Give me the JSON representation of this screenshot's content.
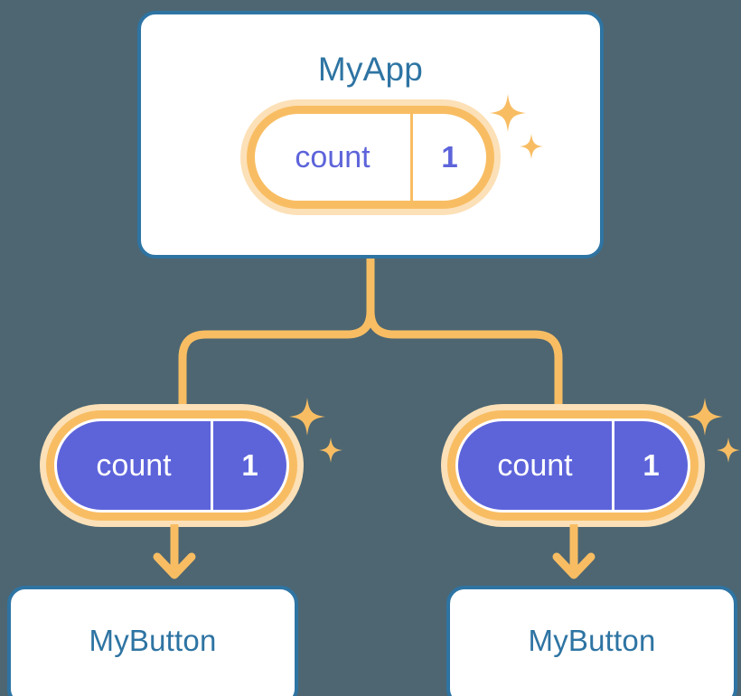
{
  "theme": {
    "page_background": "#4d6672",
    "card_background": "#ffffff",
    "card_border": "#2e74a3",
    "title_color": "#2e74a3",
    "accent_orange": "#f8bd63",
    "accent_orange_soft": "#fce0b7",
    "state_purple": "#5d64da",
    "state_text_light": "#ffffff"
  },
  "diagram": {
    "type": "component-tree",
    "root": {
      "title": "MyApp",
      "state": {
        "key": "count",
        "value": "1",
        "style": "light"
      },
      "sparkle": "sparkles-icon"
    },
    "children": [
      {
        "id": "left",
        "title": "MyButton",
        "state": {
          "key": "count",
          "value": "1",
          "style": "filled"
        },
        "sparkle": "sparkles-icon",
        "arrow": "arrow-down-icon"
      },
      {
        "id": "right",
        "title": "MyButton",
        "state": {
          "key": "count",
          "value": "1",
          "style": "filled"
        },
        "sparkle": "sparkles-icon",
        "arrow": "arrow-down-icon"
      }
    ],
    "connector": "branch-connector"
  }
}
